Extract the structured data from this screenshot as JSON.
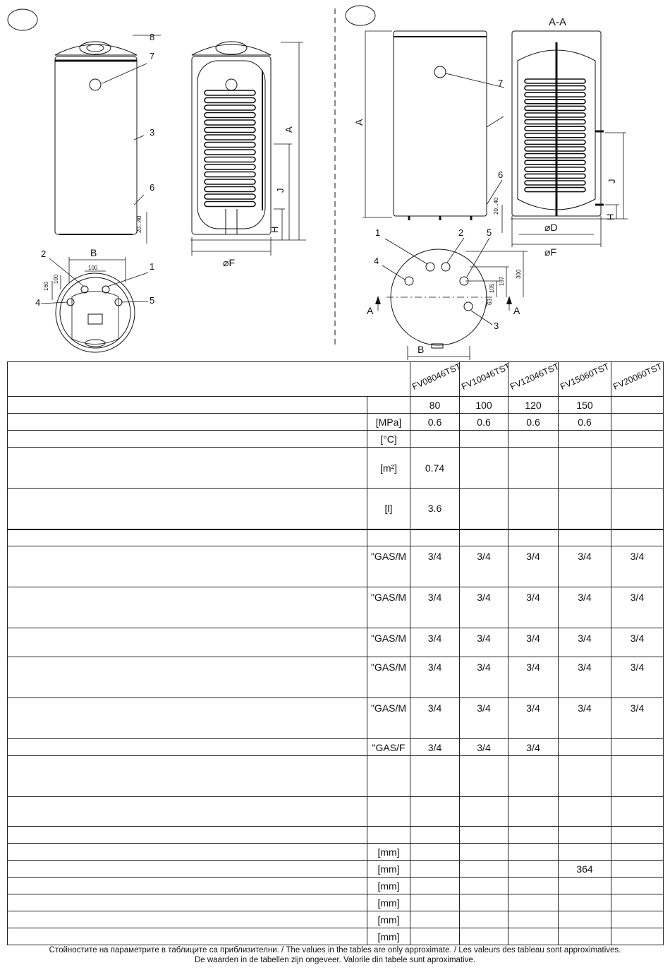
{
  "drawings": {
    "left": {
      "callouts": [
        "8",
        "7",
        "3",
        "6",
        "2",
        "1",
        "4",
        "5"
      ],
      "dims": {
        "A": "A",
        "J": "J",
        "H": "H",
        "F": "F",
        "B": "B",
        "gap": "20...40",
        "w100": "100",
        "d160": "160",
        "d100": "100"
      }
    },
    "right": {
      "section": "A-A",
      "callouts": [
        "7",
        "6",
        "1",
        "2",
        "5",
        "4",
        "3"
      ],
      "dims": {
        "A": "A",
        "J": "J",
        "H": "H",
        "D": "D",
        "F": "F",
        "B": "B",
        "gap": "20...40",
        "d300": "300",
        "d197": "197",
        "d105": "105",
        "d63": "63",
        "secA1": "A",
        "secA2": "A"
      }
    }
  },
  "table": {
    "models": [
      "FV08046TST",
      "FV10046TST",
      "FV12046TST",
      "FV15060TST",
      "FV20060TST"
    ],
    "rows": [
      {
        "unit": "",
        "values": [
          "80",
          "100",
          "120",
          "150",
          ""
        ],
        "h": 24,
        "align": "mid"
      },
      {
        "unit": "[MPa]",
        "values": [
          "0.6",
          "0.6",
          "0.6",
          "0.6",
          ""
        ],
        "h": 24,
        "align": "mid"
      },
      {
        "unit": "[°C]",
        "values": [
          "",
          "",
          "",
          "",
          ""
        ],
        "h": 24,
        "align": "mid"
      },
      {
        "unit": "[m²]",
        "values": [
          "0.74",
          "",
          "",
          "",
          ""
        ],
        "h": 58,
        "align": "mid"
      },
      {
        "unit": "[l]",
        "values": [
          "3.6",
          "",
          "",
          "",
          ""
        ],
        "h": 58,
        "align": "mid"
      },
      {
        "unit": "",
        "values": [
          "",
          "",
          "",
          "",
          ""
        ],
        "h": 24,
        "align": "mid",
        "sep": true
      },
      {
        "unit": "\"GAS/M",
        "values": [
          "3/4",
          "3/4",
          "3/4",
          "3/4",
          "3/4"
        ],
        "h": 58,
        "align": "top"
      },
      {
        "unit": "\"GAS/M",
        "values": [
          "3/4",
          "3/4",
          "3/4",
          "3/4",
          "3/4"
        ],
        "h": 58,
        "align": "top"
      },
      {
        "unit": "\"GAS/M",
        "values": [
          "3/4",
          "3/4",
          "3/4",
          "3/4",
          "3/4"
        ],
        "h": 41,
        "align": "top"
      },
      {
        "unit": "\"GAS/M",
        "values": [
          "3/4",
          "3/4",
          "3/4",
          "3/4",
          "3/4"
        ],
        "h": 58,
        "align": "top"
      },
      {
        "unit": "\"GAS/M",
        "values": [
          "3/4",
          "3/4",
          "3/4",
          "3/4",
          "3/4"
        ],
        "h": 58,
        "align": "top"
      },
      {
        "unit": "\"GAS/F",
        "values": [
          "3/4",
          "3/4",
          "3/4",
          "",
          ""
        ],
        "h": 24,
        "align": "mid"
      },
      {
        "unit": "",
        "values": [
          "",
          "",
          "",
          "",
          ""
        ],
        "h": 58,
        "align": "mid"
      },
      {
        "unit": "",
        "values": [
          "",
          "",
          "",
          "",
          ""
        ],
        "h": 42,
        "align": "mid"
      },
      {
        "unit": "",
        "values": [
          "",
          "",
          "",
          "",
          ""
        ],
        "h": 24,
        "align": "mid"
      },
      {
        "unit": "[mm]",
        "values": [
          "",
          "",
          "",
          "",
          ""
        ],
        "h": 24,
        "align": "mid"
      },
      {
        "unit": "[mm]",
        "values": [
          "",
          "",
          "",
          "364",
          ""
        ],
        "h": 24,
        "align": "mid"
      },
      {
        "unit": "[mm]",
        "values": [
          "",
          "",
          "",
          "",
          ""
        ],
        "h": 24,
        "align": "mid"
      },
      {
        "unit": "[mm]",
        "values": [
          "",
          "",
          "",
          "",
          ""
        ],
        "h": 24,
        "align": "mid"
      },
      {
        "unit": "[mm]",
        "values": [
          "",
          "",
          "",
          "",
          ""
        ],
        "h": 24,
        "align": "mid"
      },
      {
        "unit": "[mm]",
        "values": [
          "",
          "",
          "",
          "",
          ""
        ],
        "h": 24,
        "align": "mid"
      }
    ]
  },
  "footer": {
    "line1": "Стойностите на параметрите в таблиците са приблизителни. / The values in the tables are only approximate. /  Les valeurs des tableau sont approximatives.",
    "line2": "De waarden in de tabellen zijn ongeveer.   Valorile din tabele sunt aproximative."
  }
}
